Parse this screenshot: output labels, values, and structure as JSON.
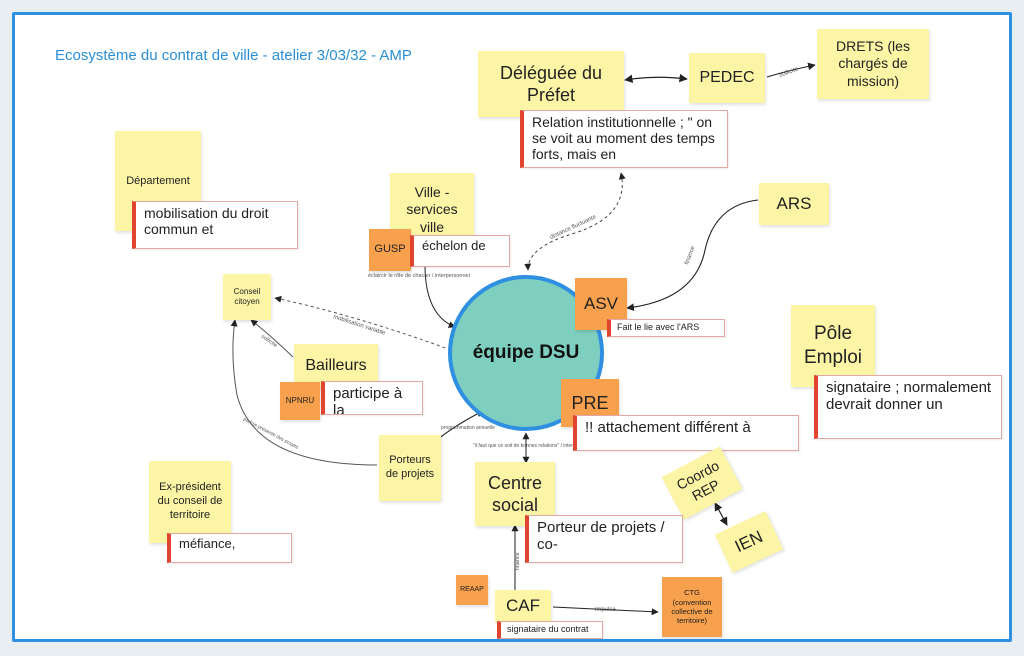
{
  "title": "Ecosystème du contrat de ville - atelier 3/03/32 - AMP",
  "center": "équipe DSU",
  "nodes": {
    "delegue": "Déléguée du Préfet",
    "pedec": "PEDEC",
    "drets": "DRETS (les chargés de mission)",
    "departement": "Département",
    "ville": "Ville - services ville",
    "gusp": "GUSP",
    "ars": "ARS",
    "conseil": "Conseil citoyen",
    "asv": "ASV",
    "pole": "Pôle Emploi",
    "bailleurs": "Bailleurs",
    "npnru": "NPNRU",
    "pre": "PRE",
    "porteurs": "Porteurs de projets",
    "coordo": "Coordo REP",
    "ien": "IEN",
    "expresident": "Ex-président du conseil de territoire",
    "centre": "Centre social",
    "reaap": "REAAP",
    "caf": "CAF",
    "ctg": "CTG (convention collective de territoire)"
  },
  "cards": {
    "delegue": "Relation institutionnelle ; \" on se voit au moment des temps forts, mais en",
    "departement": "mobilisation du droit commun et",
    "ville": "échelon de",
    "asv": "Fait le lie avec l'ARS",
    "pole": "signataire ; normalement devrait donner un",
    "bailleurs": "participe à la",
    "pre": "!! attachement différent à",
    "expresident": "méfiance,",
    "centre": "Porteur de projets / co-",
    "caf": "signataire du contrat"
  },
  "edge_labels": {
    "pedec_drets": "sollicite",
    "delegue_dsu": "distance fluctuante",
    "ars_asv": "finance",
    "ville_dsu": "éclaircir le rôle de chacun / interpersonnel",
    "dsu_conseil": "mobilisation variable",
    "bailleurs_conseil": "sollicite",
    "porteurs_dsu": "programmation annuelle",
    "porteurs_conseil": "parfois présente des projets",
    "dsu_centre": "\"il faut que ce soit de bonnes relations\" / interpersonnel",
    "caf_centre": "finance",
    "caf_ctg": "impulse"
  },
  "colors": {
    "frame": "#2f8fe0",
    "title": "#2a8fd6",
    "yellow_note": "#fdf5a6",
    "orange_note": "#f7a04d",
    "circle": "#7ecfbf",
    "card_accent": "#e2452f"
  }
}
